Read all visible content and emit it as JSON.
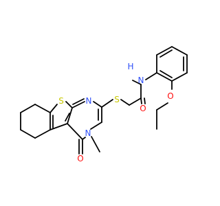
{
  "diagram": {
    "type": "chemical-structure",
    "colors": {
      "bond": "#000000",
      "carbon": "#000000",
      "nitrogen": "#3050F8",
      "oxygen": "#FF0D0D",
      "sulfur": "#C8C800"
    },
    "atom_labels": [
      {
        "id": "S_thiophene",
        "text": "S",
        "element": "sulfur"
      },
      {
        "id": "N_pyrimidine_1",
        "text": "N",
        "element": "nitrogen"
      },
      {
        "id": "N_pyrimidine_3",
        "text": "N",
        "element": "nitrogen"
      },
      {
        "id": "S_thioether",
        "text": "S",
        "element": "sulfur"
      },
      {
        "id": "O_carbonyl_ring",
        "text": "O",
        "element": "oxygen"
      },
      {
        "id": "O_amide",
        "text": "O",
        "element": "oxygen"
      },
      {
        "id": "NH_amide",
        "text": "N",
        "element": "nitrogen"
      },
      {
        "id": "H_amide",
        "text": "H",
        "element": "nitrogen"
      },
      {
        "id": "O_ether",
        "text": "O",
        "element": "oxygen"
      }
    ]
  }
}
